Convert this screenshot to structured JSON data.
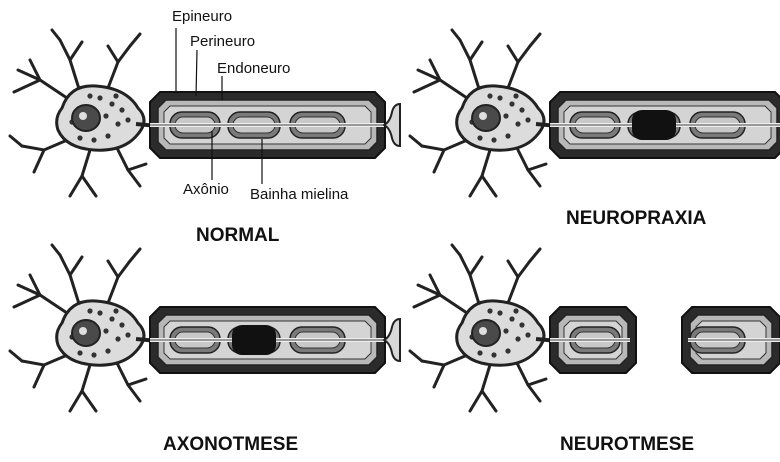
{
  "labels": {
    "epineuro": "Epineuro",
    "perineuro": "Perineuro",
    "endoneuro": "Endoneuro",
    "axonio": "Axônio",
    "bainha": "Bainha mielina"
  },
  "panels": [
    {
      "title": "NORMAL",
      "lesion": "none"
    },
    {
      "title": "NEUROPRAXIA",
      "lesion": "myelin"
    },
    {
      "title": "AXONOTMESE",
      "lesion": "axon"
    },
    {
      "title": "NEUROTMESE",
      "lesion": "transection"
    }
  ],
  "colors": {
    "sheath_dark": "#2b2b2b",
    "sheath_light": "#b8b8b8",
    "myelin": "#7a7a7a",
    "lesion": "#111111",
    "cell_body": "#4a4a4a"
  }
}
